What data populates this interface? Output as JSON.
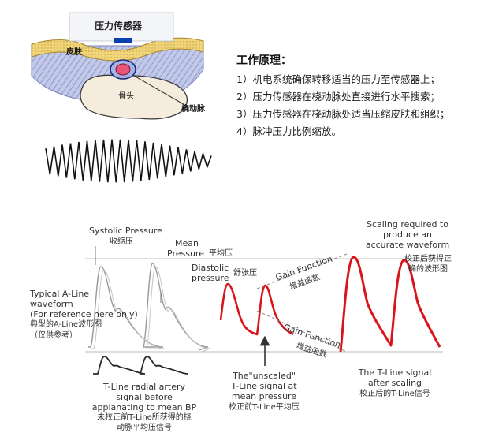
{
  "illustration": {
    "sensor_label": "压力传感器",
    "skin_label": "皮肤",
    "bone_label": "骨头",
    "artery_label": "桡动脉"
  },
  "principle": {
    "title": "工作原理：",
    "steps": [
      "1）机电系统确保转移适当的压力至传感器上；",
      "2）压力传感器在桡动脉处直接进行水平搜索；",
      "3）压力传感器在桡动脉处适当压缩皮肤和组织；",
      "4）脉冲压力比例缩放。"
    ]
  },
  "waveform": {
    "systolic": {
      "en": "Systolic Pressure",
      "zh": "收缩压"
    },
    "mean": {
      "en_line1": "Mean",
      "en_line2": "Pressure",
      "zh": "平均压"
    },
    "diastolic": {
      "en_line1": "Diastolic",
      "en_line2": "pressure",
      "zh": "舒张压"
    },
    "typical_a_line": {
      "line1": "Typical A-Line",
      "line2": "waveform",
      "line3": "(For reference here only)",
      "line4": "典型的A-Line波形图",
      "line5": "（仅供参考）"
    },
    "t_line_before": {
      "line1": "T-Line radial artery",
      "line2": "signal before",
      "line3": "applanating to mean BP",
      "line4": "未校正前T-Line所获得的桡",
      "line5": "动脉平均压信号"
    },
    "unscaled": {
      "line1": "The\"unscaled\"",
      "line2": "T-Line signal at",
      "line3": "mean pressure",
      "line4": "校正前T-Line平均压"
    },
    "gain_upper": {
      "en": "Gain Function",
      "zh": "增益函数"
    },
    "gain_lower": {
      "en": "Gain Function",
      "zh": "增益函数"
    },
    "scaling_required": {
      "line1": "Scaling required to",
      "line2": "produce an",
      "line3": "accurate waveform",
      "line4": "校正后获得正",
      "line5": "确的波形图"
    },
    "after_scaling": {
      "line1": "The T-Line signal",
      "line2": "after scaling",
      "line3": "校正后的T-Line信号"
    }
  },
  "colors": {
    "red_wave": "#d9151b",
    "dark_wave": "#2a2a2a",
    "sensor_bar": "#0a3fb0",
    "artery": "#e8547a",
    "skin": "#f2d57a",
    "tissue": "#9aa6d8"
  }
}
